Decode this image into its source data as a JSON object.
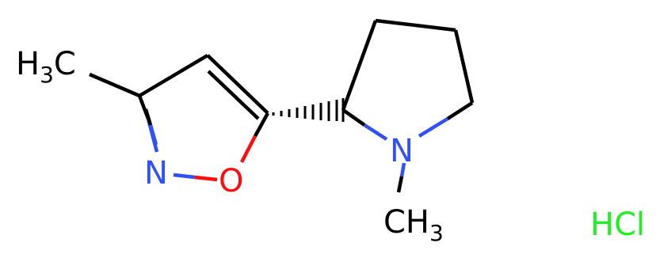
{
  "atoms": {
    "methyl_c3": {
      "main": "H",
      "sub": "3",
      "tail": "C"
    },
    "isoxazole_n": {
      "label": "N"
    },
    "isoxazole_o": {
      "label": "O"
    },
    "pyrrolidine_n": {
      "label": "N"
    },
    "n_methyl": {
      "main": "CH",
      "sub": "3"
    }
  },
  "salt": {
    "label": "HCl"
  },
  "colors": {
    "carbon": "#000000",
    "nitrogen": "#3050F8",
    "oxygen": "#FF0D0D",
    "chlorine": "#1FF01F"
  }
}
